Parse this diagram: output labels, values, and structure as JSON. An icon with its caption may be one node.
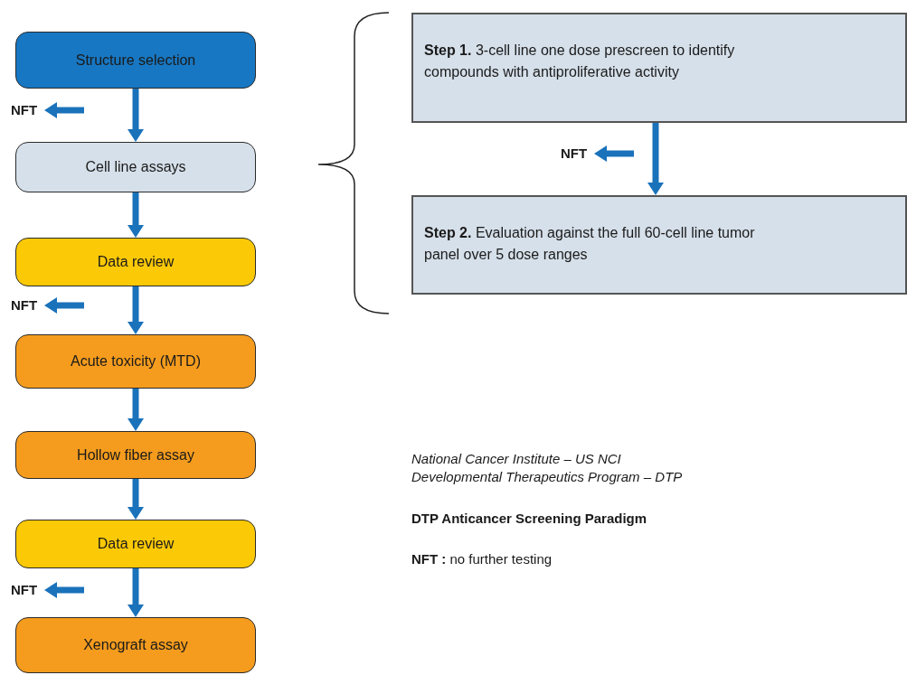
{
  "diagram": {
    "nodes": [
      {
        "text": [
          "Structure selection"
        ]
      },
      {
        "text": [
          "Cell line assays"
        ]
      },
      {
        "text": [
          "Data review"
        ]
      },
      {
        "text": [
          "Acute toxicity (MTD)"
        ]
      },
      {
        "text": [
          "Hollow fiber assay"
        ]
      },
      {
        "text": [
          "Data review"
        ]
      },
      {
        "text": [
          "Xenograft assay"
        ]
      },
      {
        "text": [
          "**Step 1.** 3-cell line one dose prescreen to identify compounds with antiproliferative activity"
        ]
      },
      {
        "text": [
          "**Step 2.** Evaluation against the full 60-cell line tumor panel over 5 dose ranges"
        ]
      },
      {
        "text": [
          "NFT"
        ]
      },
      {
        "text": [
          "NFT"
        ]
      },
      {
        "text": [
          "NFT"
        ]
      },
      {
        "text": [
          "NFT"
        ]
      }
    ],
    "edges": [
      {
        "from": 0,
        "to": 1,
        "arrow": "to"
      },
      {
        "from": null,
        "to": 9,
        "arrow": "to"
      },
      {
        "from": 1,
        "to": 2,
        "arrow": "to"
      },
      {
        "from": 2,
        "to": 3,
        "arrow": "to"
      },
      {
        "from": null,
        "to": 10,
        "arrow": "to"
      },
      {
        "from": 3,
        "to": 4,
        "arrow": "to"
      },
      {
        "from": 4,
        "to": 5,
        "arrow": "to"
      },
      {
        "from": 5,
        "to": 6,
        "arrow": "to"
      },
      {
        "from": null,
        "to": 11,
        "arrow": "to"
      },
      {
        "from": 7,
        "to": 8,
        "arrow": "to"
      },
      {
        "from": null,
        "to": 12,
        "arrow": "to"
      }
    ],
    "labels": [
      "National Cancer Institute – US NCI Developmental Therapeutics Program – DTP",
      "DTP Anticancer Screening Paradigm",
      "**NFT :** no further testing"
    ]
  }
}
